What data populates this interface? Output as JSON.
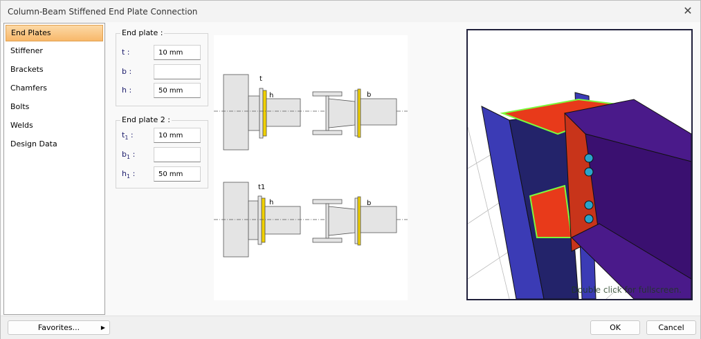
{
  "window": {
    "title": "Column-Beam Stiffened End Plate Connection",
    "close_icon": "close-icon"
  },
  "sidebar": {
    "items": [
      {
        "label": "End Plates",
        "active": true
      },
      {
        "label": "Stiffener"
      },
      {
        "label": "Brackets"
      },
      {
        "label": "Chamfers"
      },
      {
        "label": "Bolts"
      },
      {
        "label": "Welds"
      },
      {
        "label": "Design Data"
      }
    ]
  },
  "end_plate": {
    "legend": "End plate :",
    "fields": [
      {
        "label": "t :",
        "value": "10 mm"
      },
      {
        "label": "b :",
        "value": ""
      },
      {
        "label": "h :",
        "value": "50 mm"
      }
    ]
  },
  "end_plate_2": {
    "legend": "End plate 2 :",
    "fields": [
      {
        "base": "t",
        "sub": "1",
        "suffix": " :",
        "value": "10 mm"
      },
      {
        "base": "b",
        "sub": "1",
        "suffix": " :",
        "value": ""
      },
      {
        "base": "h",
        "sub": "1",
        "suffix": " :",
        "value": "50 mm"
      }
    ]
  },
  "diagram": {
    "labels": {
      "t": "t",
      "h": "h",
      "b": "b",
      "t1": "t1",
      "h2": "h",
      "b2": "b"
    },
    "plate_color": "#f0d000"
  },
  "view3d": {
    "hint": "Double click for fullscreen.",
    "colors": {
      "column": "#3b3bb5",
      "beam": "#4a1a8a",
      "plate": "#e83a1a",
      "weld": "#7cfc3c"
    }
  },
  "footer": {
    "favorites": "Favorites...",
    "ok": "OK",
    "cancel": "Cancel"
  }
}
